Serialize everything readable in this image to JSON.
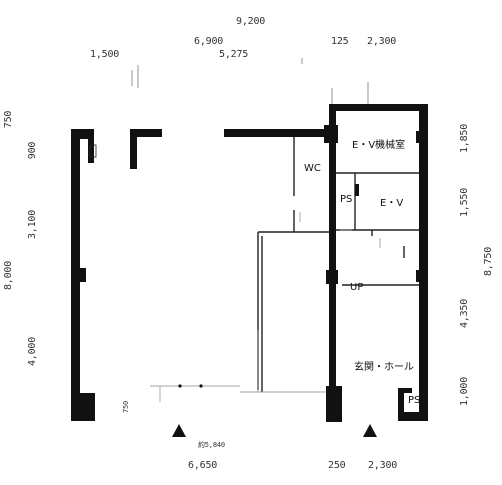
{
  "dimensions": {
    "top": {
      "total_width": "9,200",
      "left_segment": "1,500",
      "main_segment": "6,900",
      "inner_segment": "5,275",
      "gap_segment": "125",
      "right_segment": "2,300"
    },
    "bottom": {
      "left_segment": "6,650",
      "gap_segment": "250",
      "right_segment": "2,300",
      "approx_note": "約5,840",
      "small_note": "750"
    },
    "left": {
      "seg_750": "750",
      "seg_900": "900",
      "seg_3100": "3,100",
      "total": "8,000",
      "seg_4000": "4,000"
    },
    "right": {
      "seg_1850": "1,850",
      "seg_1550": "1,550",
      "total": "8,750",
      "seg_4350": "4,350",
      "seg_1000": "1,000"
    }
  },
  "rooms": {
    "ev_machine_room": "E・V機械室",
    "wc": "WC",
    "ps_upper": "PS",
    "ev": "E・V",
    "up": "UP",
    "entrance_hall": "玄関・ホール",
    "ps_lower": "PS"
  }
}
